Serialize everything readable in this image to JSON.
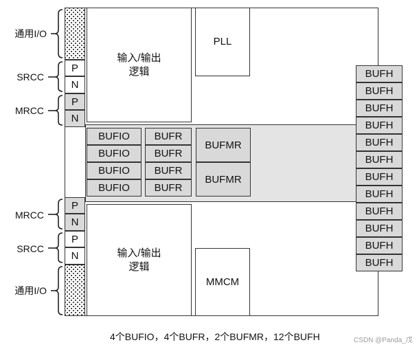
{
  "io_labels": {
    "gpio_top": "通用I/O",
    "srcc_top": "SRCC",
    "mrcc_top": "MRCC",
    "mrcc_bottom": "MRCC",
    "srcc_bottom": "SRCC",
    "gpio_bottom": "通用I/O"
  },
  "pins": {
    "p": "P",
    "n": "N"
  },
  "blocks": {
    "io_logic_top_line1": "输入/输出",
    "io_logic_top_line2": "逻辑",
    "io_logic_bottom_line1": "输入/输出",
    "io_logic_bottom_line2": "逻辑",
    "pll": "PLL",
    "mmcm": "MMCM"
  },
  "bufio": [
    "BUFIO",
    "BUFIO",
    "BUFIO",
    "BUFIO"
  ],
  "bufr": [
    "BUFR",
    "BUFR",
    "BUFR",
    "BUFR"
  ],
  "bufmr": [
    "BUFMR",
    "BUFMR"
  ],
  "bufh": [
    "BUFH",
    "BUFH",
    "BUFH",
    "BUFH",
    "BUFH",
    "BUFH",
    "BUFH",
    "BUFH",
    "BUFH",
    "BUFH",
    "BUFH",
    "BUFH"
  ],
  "caption": "4个BUFIO，4个BUFR，2个BUFMR，12个BUFH",
  "watermark": "CSDN @Panda_戊"
}
